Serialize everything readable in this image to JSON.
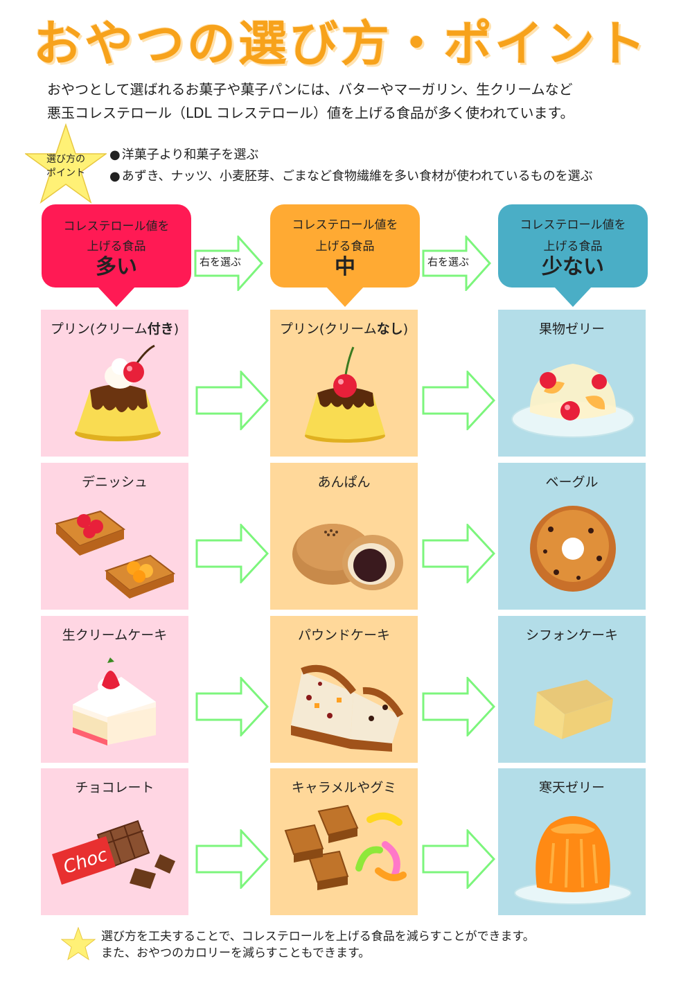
{
  "title": "おやつの選び方・ポイント",
  "intro": {
    "line1": "おやつとして選ばれるお菓子や菓子パンには、バターやマーガリン、生クリームなど",
    "line2": "悪玉コレステロール（LDL コレステロール）値を上げる食品が多く使われています。"
  },
  "badge": {
    "line1": "選び方の",
    "line2": "ポイント"
  },
  "points": [
    "洋菓子より和菓子を選ぶ",
    "あずき、ナッツ、小麦胚芽、ごまなど食物繊維を多い食材が使われているものを選ぶ"
  ],
  "headers": [
    {
      "line1": "コレステロール値を",
      "line2": "上げる食品",
      "level": "多い",
      "color": "#ff1a54"
    },
    {
      "line1": "コレステロール値を",
      "line2": "上げる食品",
      "level": "中",
      "color": "#ffaa33"
    },
    {
      "line1": "コレステロール値を",
      "line2": "上げる食品",
      "level": "少ない",
      "color": "#4aaec6"
    }
  ],
  "header_arrow_label": "右を選ぶ",
  "rows": [
    {
      "high": {
        "name_pre": "プリン(クリーム",
        "name_bold": "付き",
        "name_post": ")",
        "icon": "pudding-cream-icon"
      },
      "mid": {
        "name_pre": "プリン(クリーム",
        "name_bold": "なし",
        "name_post": ")",
        "icon": "pudding-icon"
      },
      "low": {
        "name": "果物ゼリー",
        "icon": "fruit-jelly-icon"
      }
    },
    {
      "high": {
        "name": "デニッシュ",
        "icon": "danish-icon"
      },
      "mid": {
        "name": "あんぱん",
        "icon": "anpan-icon"
      },
      "low": {
        "name": "ベーグル",
        "icon": "bagel-icon"
      }
    },
    {
      "high": {
        "name": "生クリームケーキ",
        "icon": "shortcake-icon"
      },
      "mid": {
        "name": "パウンドケーキ",
        "icon": "pound-cake-icon"
      },
      "low": {
        "name": "シフォンケーキ",
        "icon": "chiffon-cake-icon"
      }
    },
    {
      "high": {
        "name": "チョコレート",
        "icon": "chocolate-icon",
        "wrapper_text": "Choc"
      },
      "mid": {
        "name": "キャラメルやグミ",
        "icon": "caramel-gummy-icon"
      },
      "low": {
        "name": "寒天ゼリー",
        "icon": "agar-jelly-icon"
      }
    }
  ],
  "footer": {
    "line1": "選び方を工夫することで、コレステロールを上げる食品を減らすことができます。",
    "line2": "また、おやつのカロリーを減らすこともできます。"
  },
  "colors": {
    "title": "#f7a21b",
    "arrow": "#7cf57c",
    "pink_cell": "#ffd6e3",
    "peach_cell": "#ffd89a",
    "blue_cell": "#b3dde8",
    "star": "#fff176"
  }
}
